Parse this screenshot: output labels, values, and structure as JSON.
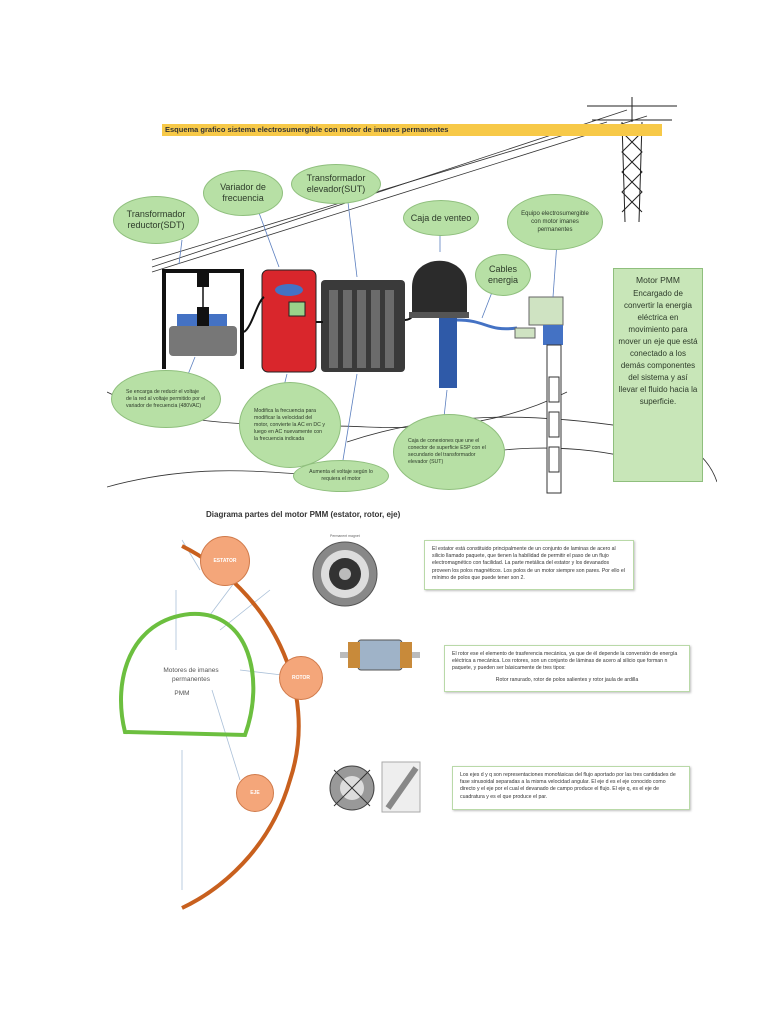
{
  "top": {
    "title": "Esquema grafico sistema electrosumergible con motor de imanes permanentes",
    "bubbles": {
      "sdt": "Transformador reductor(SDT)",
      "vfd": "Variador de frecuencia",
      "sut": "Transformador elevador(SUT)",
      "vent": "Caja de venteo",
      "cables": "Cables energia",
      "esp": "Equipo electrosumergible con motor imanes permanentes"
    },
    "notes": {
      "sdt": "Se encarga de reducir el voltaje de la red al voltaje permitido por el variador de frecuencia (480VAC)",
      "vfd": "Modifica la frecuencia para modificar la velocidad del motor, convierte la AC en DC y luego en AC nuevamente con la frecuencia indicada",
      "sut": "Aumenta el voltaje según lo requiera el motor",
      "junction": "Caja de conexiones que une el conector de superficie ESP con el secundario del transformador elevador (SUT)"
    },
    "motor_box": {
      "title": "Motor PMM",
      "desc": "Encargado de convertir la energia eléctrica en movimiento para mover un eje que está conectado a los demás componentes del sistema y así llevar el fluido hacia la superficie."
    }
  },
  "bottom": {
    "title": "Diagrama partes del motor PMM (estator, rotor, eje)",
    "center": {
      "line1": "Motores de imanes permanentes",
      "line2": "PMM"
    },
    "nodes": {
      "stator": "ESTATOR",
      "rotor": "ROTOR",
      "axis": "EJE"
    },
    "stator_img_label": "Permanent magnet",
    "texts": {
      "stator": "El estator está constituido principalmente de un conjunto de laminas de acero al silicio llamado paquete, que tienen la habilidad de permitir el paso de un flujo electromagnético con facilidad. La parte metálica del estator y los devanados proveen los polos magnéticos. Los polos de un motor siempre son pares. Por ello el mínimo de polos que puede tener son 2.",
      "rotor1": "El rotor ese el elemento de trasferencia mecánica, ya que de él depende la conversión de energía eléctrica a mecánica. Los rotores, son un conjunto de láminas de acero al silicio que forman n paquete, y pueden ser básicamente de tres tipos:",
      "rotor2": "Rotor ranurado, rotor de polos salientes y rotor jaula de ardilla",
      "axis": "Los ejes d y q son representaciones monofásicas del flujo aportado por las tres cantidades de fase sinusoidal separadas a la misma velocidad angular. El eje d es el eje conocido como directo y el eje por el cual el devanado de campo produce el flujo. El eje q, es el eje de cuadratura y es el que produce el par."
    }
  },
  "colors": {
    "bubble": "#b7e0a5",
    "orange": "#f4a67a",
    "ring": "#c8601e",
    "green_ring": "#6cbf3f",
    "banner": "#f7c948"
  }
}
